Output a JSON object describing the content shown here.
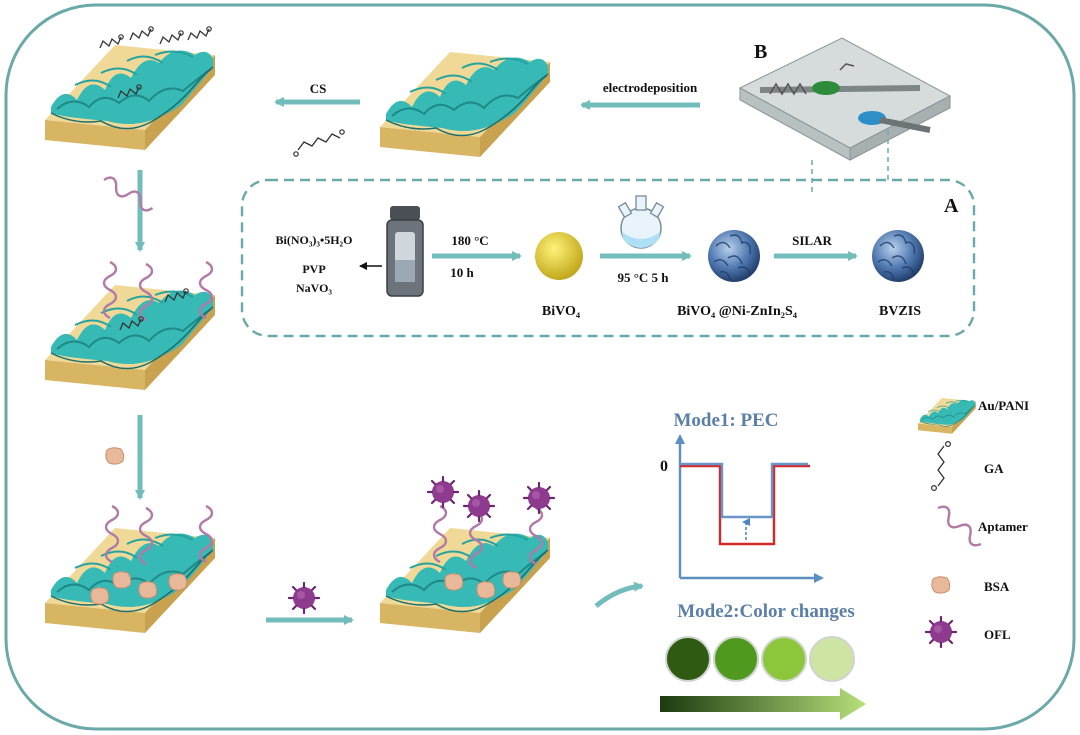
{
  "panel_labels": {
    "a": "A",
    "b": "B"
  },
  "top_row": {
    "step_cs": "CS",
    "step_electrodeposition": "electrodeposition"
  },
  "synthesis": {
    "reagents": [
      "Bi(NO₃)₃•5H₂O",
      "PVP",
      "NaVO₃"
    ],
    "step1_condition_temp": "180 °C",
    "step1_condition_time": "10 h",
    "step2_condition": "95 °C 5 h",
    "step3_condition": "SILAR",
    "product1": "BiVO₄",
    "product2": "BiVO₄ @Ni-ZnIn₂S₄",
    "product3": "BVZIS"
  },
  "mode1": {
    "title": "Mode1: PEC",
    "zero_label": "0"
  },
  "mode2": {
    "title": "Mode2:Color changes",
    "swatches": [
      "#2f5a12",
      "#4f9a1e",
      "#8cc63a",
      "#cde4a3"
    ]
  },
  "legend": [
    {
      "key": "au_pani",
      "label": "Au/PANI"
    },
    {
      "key": "ga",
      "label": "GA"
    },
    {
      "key": "aptamer",
      "label": "Aptamer"
    },
    {
      "key": "bsa",
      "label": "BSA"
    },
    {
      "key": "ofl",
      "label": "OFL"
    }
  ],
  "colors": {
    "frame": "#6aa9a8",
    "arrow": "#72bcbc",
    "substrate": "#e7cc86",
    "pani": "#3fc0bd",
    "aptamer": "#b27aa6",
    "ofl": "#8e3a8e",
    "bsa": "#e8b89a"
  }
}
